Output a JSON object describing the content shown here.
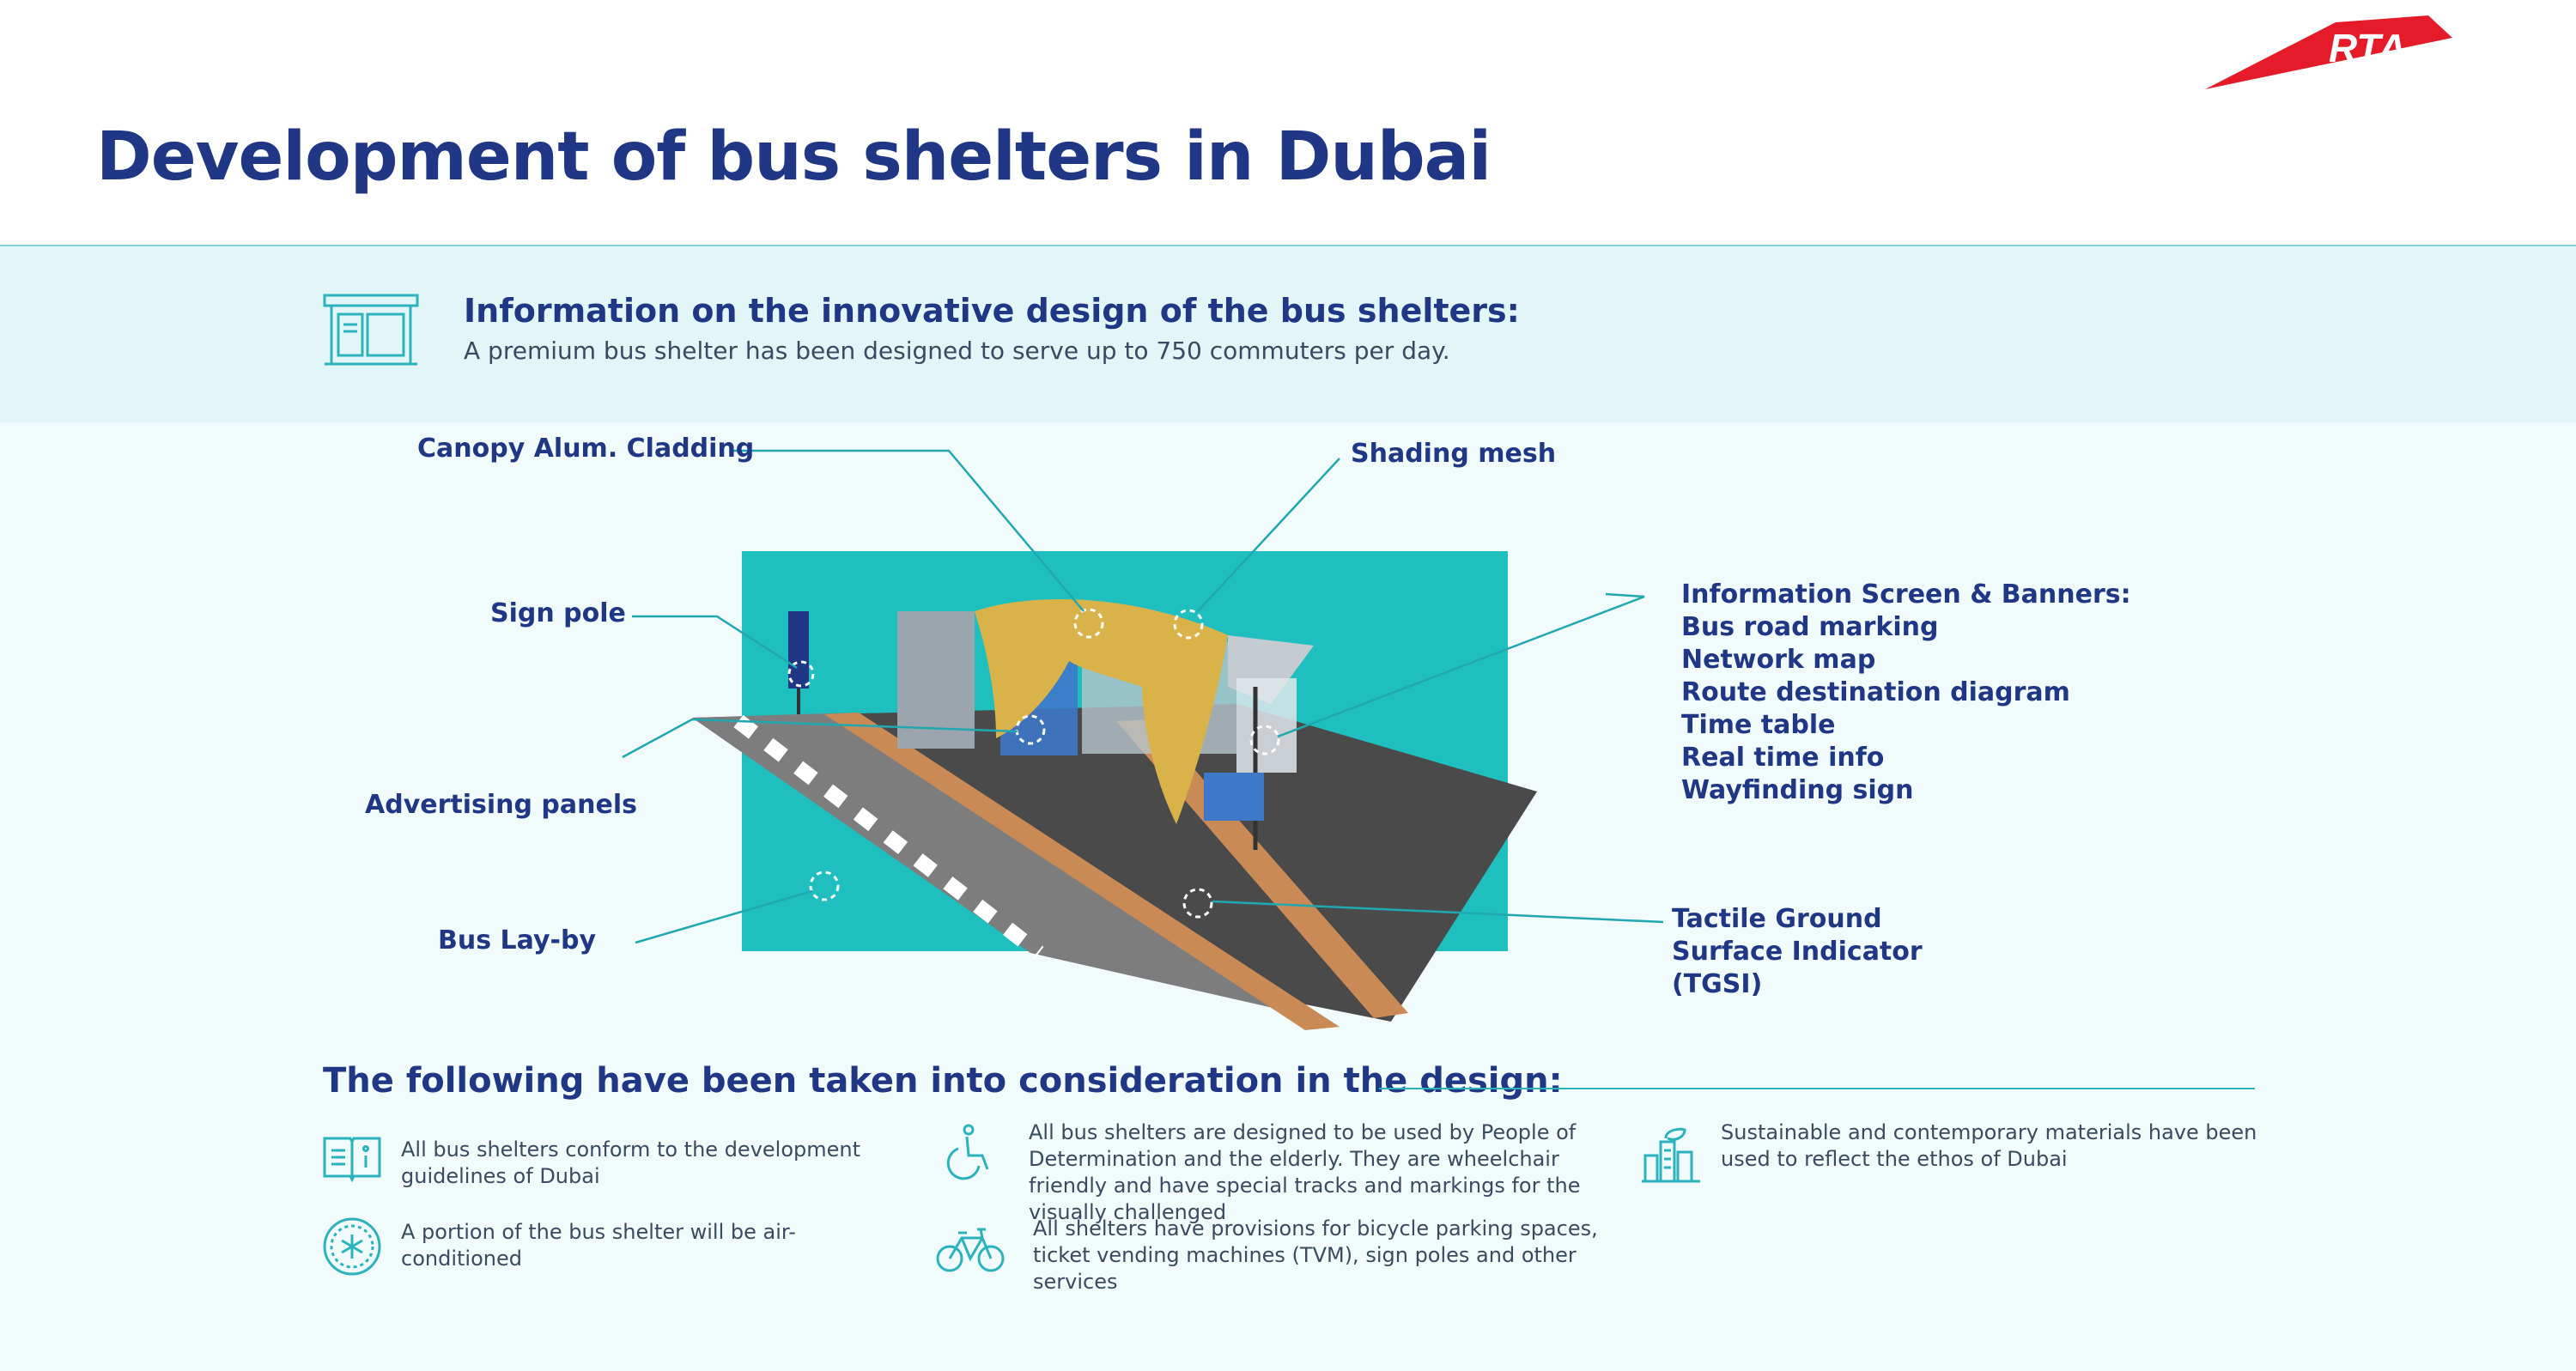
{
  "title": "Development of bus shelters in Dubai",
  "logo": {
    "text": "RTA",
    "color": "#e51b2a"
  },
  "info": {
    "heading": "Information on the innovative design of the bus shelters:",
    "subtext": "A premium bus shelter has been designed to serve up to 750 commuters per day.",
    "icon": "bus-shelter-icon"
  },
  "diagram_labels": {
    "canopy": "Canopy Alum. Cladding",
    "shading": "Shading mesh",
    "sign_pole": "Sign pole",
    "advertising": "Advertising panels",
    "lay_by": "Bus Lay-by",
    "info_screen_title": "Information Screen & Banners:",
    "info_screen_items": [
      "Bus road marking",
      "Network map",
      "Route destination diagram",
      "Time table",
      "Real time info",
      "Wayfinding sign"
    ],
    "tgsi_lines": [
      "Tactile Ground",
      "Surface Indicator",
      "(TGSI)"
    ]
  },
  "considerations": {
    "heading": "The following have been taken into consideration in the design:",
    "items": [
      {
        "icon": "guidelines-book-icon",
        "text": "All bus shelters conform to the development guidelines of Dubai"
      },
      {
        "icon": "wheelchair-icon",
        "text": "All bus shelters are designed to be used by People of Determination and the elderly. They are wheelchair friendly and have special tracks and markings for the visually challenged"
      },
      {
        "icon": "sustainable-city-icon",
        "text": "Sustainable and contemporary materials have been used to reflect the ethos of Dubai"
      },
      {
        "icon": "air-conditioning-icon",
        "text": "A portion of the bus shelter will be air-conditioned"
      },
      {
        "icon": "bicycle-icon",
        "text": "All shelters have provisions for bicycle parking spaces, ticket vending machines (TVM), sign poles and other services"
      }
    ]
  },
  "colors": {
    "navy": "#1f3785",
    "teal": "#1fbfbf",
    "accent_line": "#2bb3bd",
    "logo_red": "#e51b2a"
  }
}
